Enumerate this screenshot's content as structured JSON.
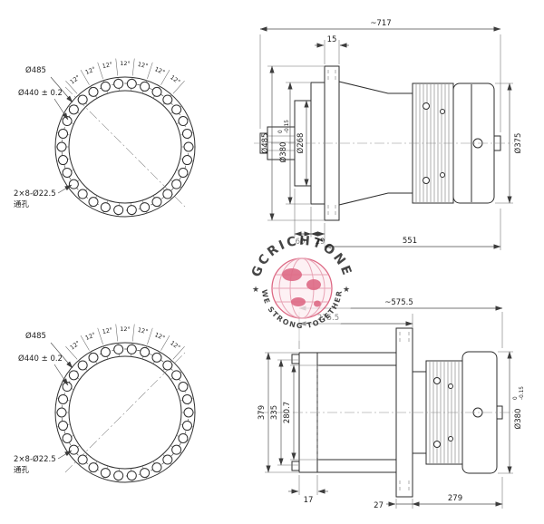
{
  "watermark": {
    "brand": "GCRICHTONE",
    "slogan": "WE STRONG TOGETHER",
    "star": "★",
    "color": "#d6496a"
  },
  "front_view": {
    "angle_label": "12°",
    "od": "Ø485",
    "bolt_circle": "Ø440 ± 0.2",
    "holes": "2×8-Ø22.5",
    "holes_note": "通孔"
  },
  "top_side": {
    "overall": "~717",
    "flange_t": "15",
    "flange_od": "Ø485",
    "spigot_od": "Ø380",
    "spigot_tol_hi": "0",
    "spigot_tol_lo": "-0.15",
    "boss_od": "Ø268",
    "housing_od": "Ø375",
    "boss_len": "60",
    "spigot_len": "29",
    "body_len": "551"
  },
  "bottom_side": {
    "overall": "~575.5",
    "mount_len": "275.5",
    "bracket_h": "379",
    "bolt_span": "335",
    "cavity_h": "280.7",
    "housing_od": "Ø380",
    "housing_tol_hi": "0",
    "housing_tol_lo": "-0.15",
    "plate_t": "17",
    "flange_t": "27",
    "body_len": "279"
  }
}
